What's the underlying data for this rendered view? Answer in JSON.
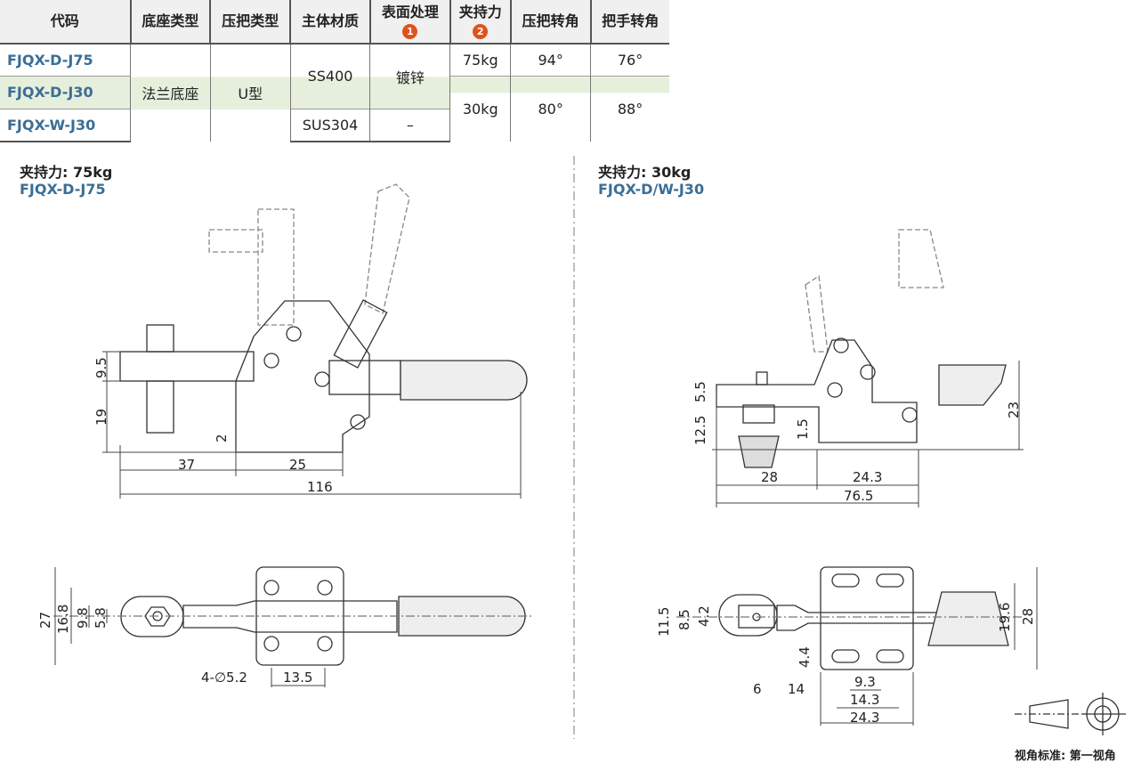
{
  "table": {
    "headers": [
      "代码",
      "底座类型",
      "压把类型",
      "主体材质",
      "表面处理",
      "夹持力",
      "压把转角",
      "把手转角"
    ],
    "header_badges": [
      "1",
      "2"
    ],
    "rows": [
      {
        "code": "FJQX-D-J75",
        "force": "75kg",
        "press_angle": "94°",
        "handle_angle": "76°"
      },
      {
        "code": "FJQX-D-J30"
      },
      {
        "code": "FJQX-W-J30",
        "material": "SUS304",
        "surface": "–"
      }
    ],
    "merged": {
      "base": "法兰底座",
      "press_type": "U型",
      "material": "SS400",
      "surface": "镀锌",
      "force": "30kg",
      "press_angle": "80°",
      "handle_angle": "88°"
    }
  },
  "left": {
    "force": "夹持力: 75kg",
    "model": "FJQX-D-J75",
    "dims": {
      "d9_5": "9.5",
      "d19": "19",
      "d2": "2",
      "d37": "37",
      "d25": "25",
      "d116": "116",
      "d27": "27",
      "d16_8": "16.8",
      "d9_8": "9.8",
      "d5_8": "5.8",
      "holes": "4-∅5.2",
      "d13_5": "13.5"
    }
  },
  "right": {
    "force": "夹持力: 30kg",
    "model": "FJQX-D/W-J30",
    "dims": {
      "d5_5": "5.5",
      "d12_5": "12.5",
      "d1_5": "1.5",
      "d23": "23",
      "d28": "28",
      "d24_3": "24.3",
      "d76_5": "76.5",
      "d11_5": "11.5",
      "d8_5": "8.5",
      "d4_2": "4.2",
      "d4_4": "4.4",
      "d19_6": "19.6",
      "d28b": "28",
      "d6": "6",
      "d14": "14",
      "d9_3": "9.3",
      "d14_3": "14.3",
      "d24_3b": "24.3"
    }
  },
  "projection": "视角标准: 第一视角"
}
